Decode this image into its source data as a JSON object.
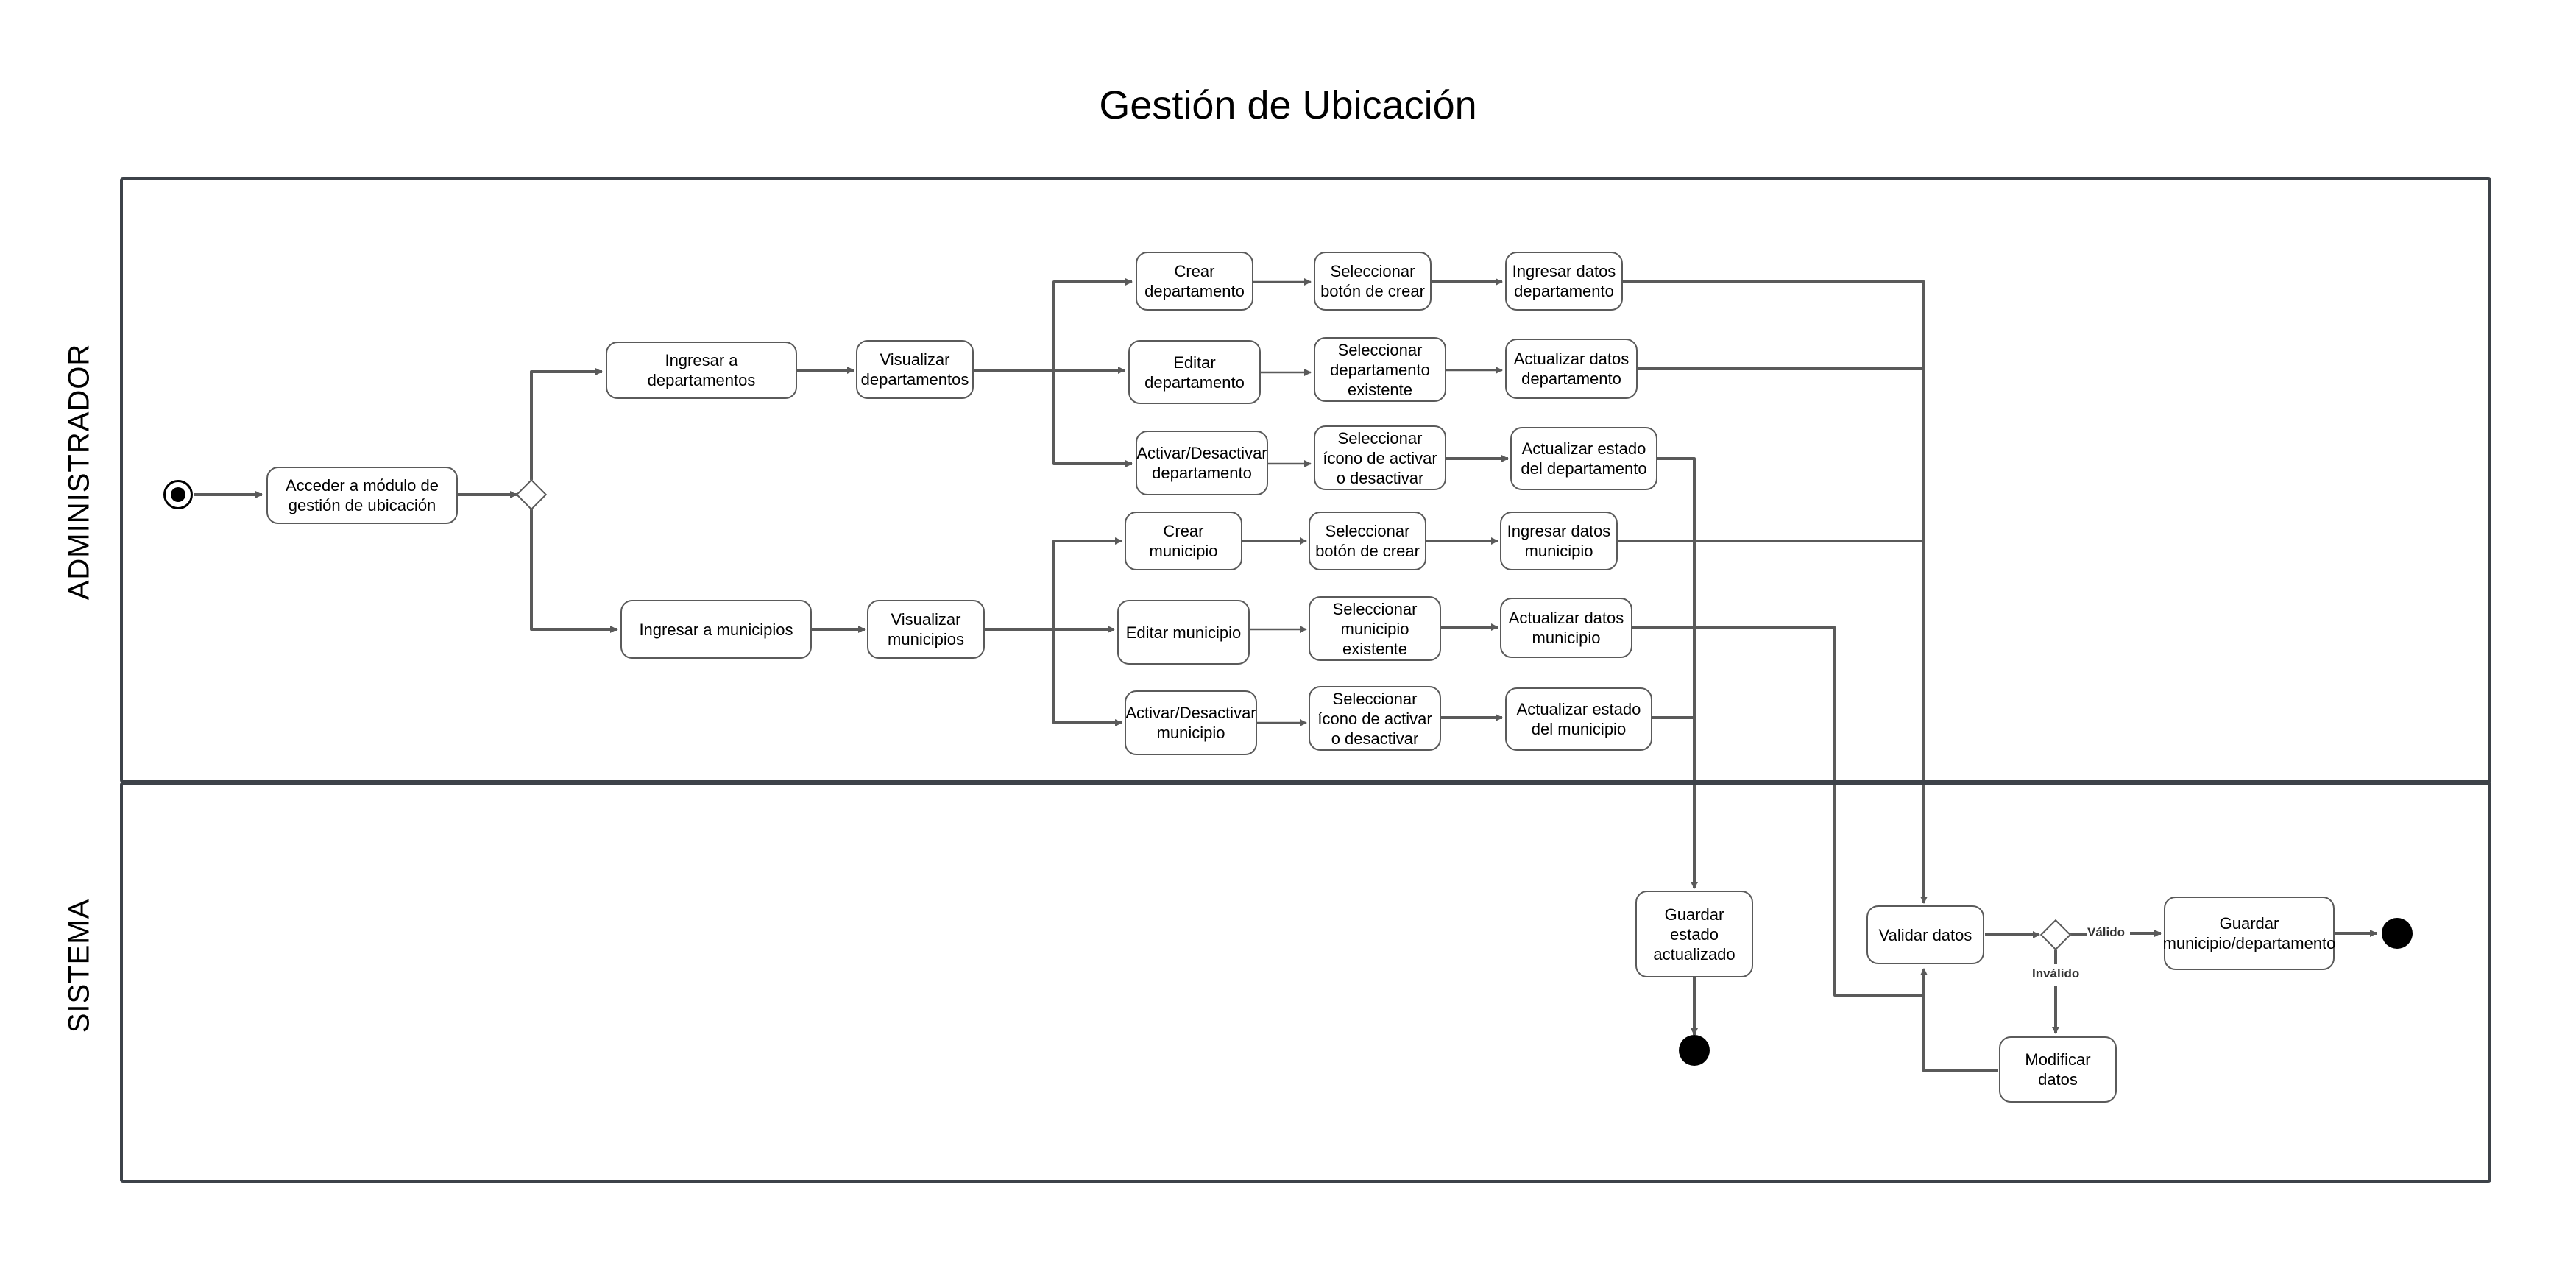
{
  "title": "Gestión de Ubicación",
  "lanes": {
    "admin": "ADMINISTRADOR",
    "system": "SISTEMA"
  },
  "nodes": {
    "acceder": "Acceder a módulo de\ngestión de ubicación",
    "ingresar_dep": "Ingresar a\ndepartamentos",
    "visualizar_dep": "Visualizar\ndepartamentos",
    "crear_dep": "Crear\ndepartamento",
    "sel_crear_dep": "Seleccionar\nbotón de crear",
    "ingresar_datos_dep": "Ingresar datos\ndepartamento",
    "editar_dep": "Editar\ndepartamento",
    "sel_dep_existente": "Seleccionar\ndepartamento\nexistente",
    "actualizar_datos_dep": "Actualizar datos\ndepartamento",
    "activar_dep": "Activar/Desactivar\ndepartamento",
    "sel_icono_dep": "Seleccionar\nícono de activar\no desactivar",
    "actualizar_estado_dep": "Actualizar estado\ndel departamento",
    "ingresar_mun": "Ingresar a municipios",
    "visualizar_mun": "Visualizar\nmunicipios",
    "crear_mun": "Crear\nmunicipio",
    "sel_crear_mun": "Seleccionar\nbotón de crear",
    "ingresar_datos_mun": "Ingresar datos\nmunicipio",
    "editar_mun": "Editar municipio",
    "sel_mun_existente": "Seleccionar\nmunicipio\nexistente",
    "actualizar_datos_mun": "Actualizar datos\nmunicipio",
    "activar_mun": "Activar/Desactivar\nmunicipio",
    "sel_icono_mun": "Seleccionar\nícono de activar\no desactivar",
    "actualizar_estado_mun": "Actualizar estado\ndel municipio",
    "guardar_estado": "Guardar\nestado\nactualizado",
    "validar": "Validar datos",
    "guardar_mun_dep": "Guardar\nmunicipio/departamento",
    "modificar": "Modificar\ndatos"
  },
  "guards": {
    "valido": "Válido",
    "invalido": "Inválido"
  },
  "colors": {
    "line": "#5a5a5a",
    "lane_border": "#3d4249"
  }
}
